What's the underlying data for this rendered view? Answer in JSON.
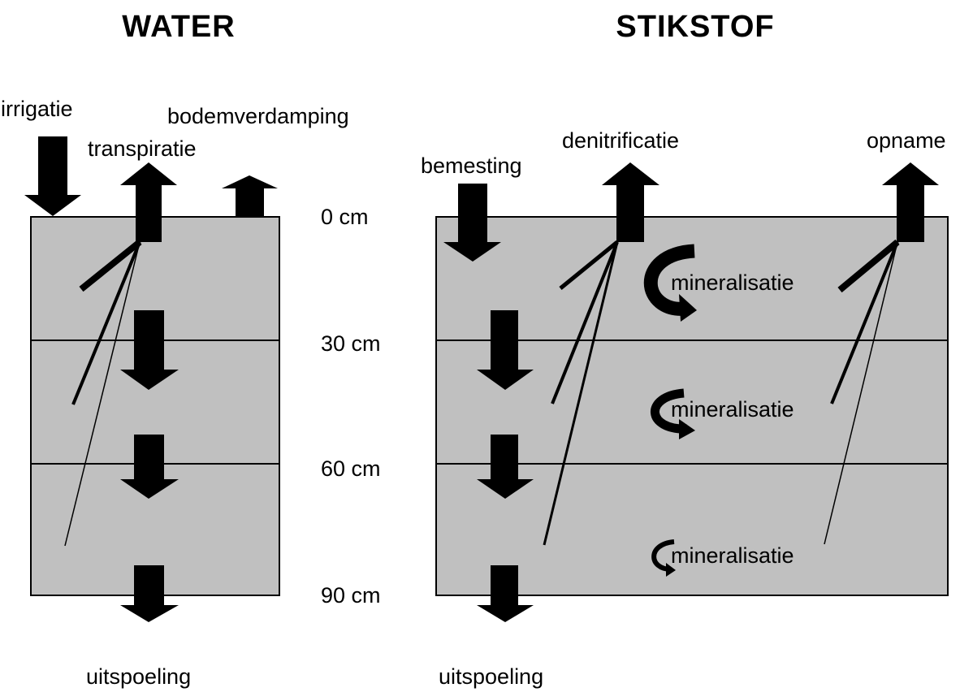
{
  "water": {
    "title": "WATER",
    "irrigatie": "irrigatie",
    "transpiratie": "transpiratie",
    "bodemverdamping": "bodemverdamping",
    "uitspoeling": "uitspoeling"
  },
  "stikstof": {
    "title": "STIKSTOF",
    "bemesting": "bemesting",
    "denitrificatie": "denitrificatie",
    "opname": "opname",
    "mineralisatie_1": "mineralisatie",
    "mineralisatie_2": "mineralisatie",
    "mineralisatie_3": "mineralisatie",
    "uitspoeling": "uitspoeling"
  },
  "depths": [
    "0 cm",
    "30 cm",
    "60 cm",
    "90 cm"
  ],
  "colors": {
    "soil": "#c0c0c0",
    "ink": "#000000",
    "background": "#ffffff"
  }
}
